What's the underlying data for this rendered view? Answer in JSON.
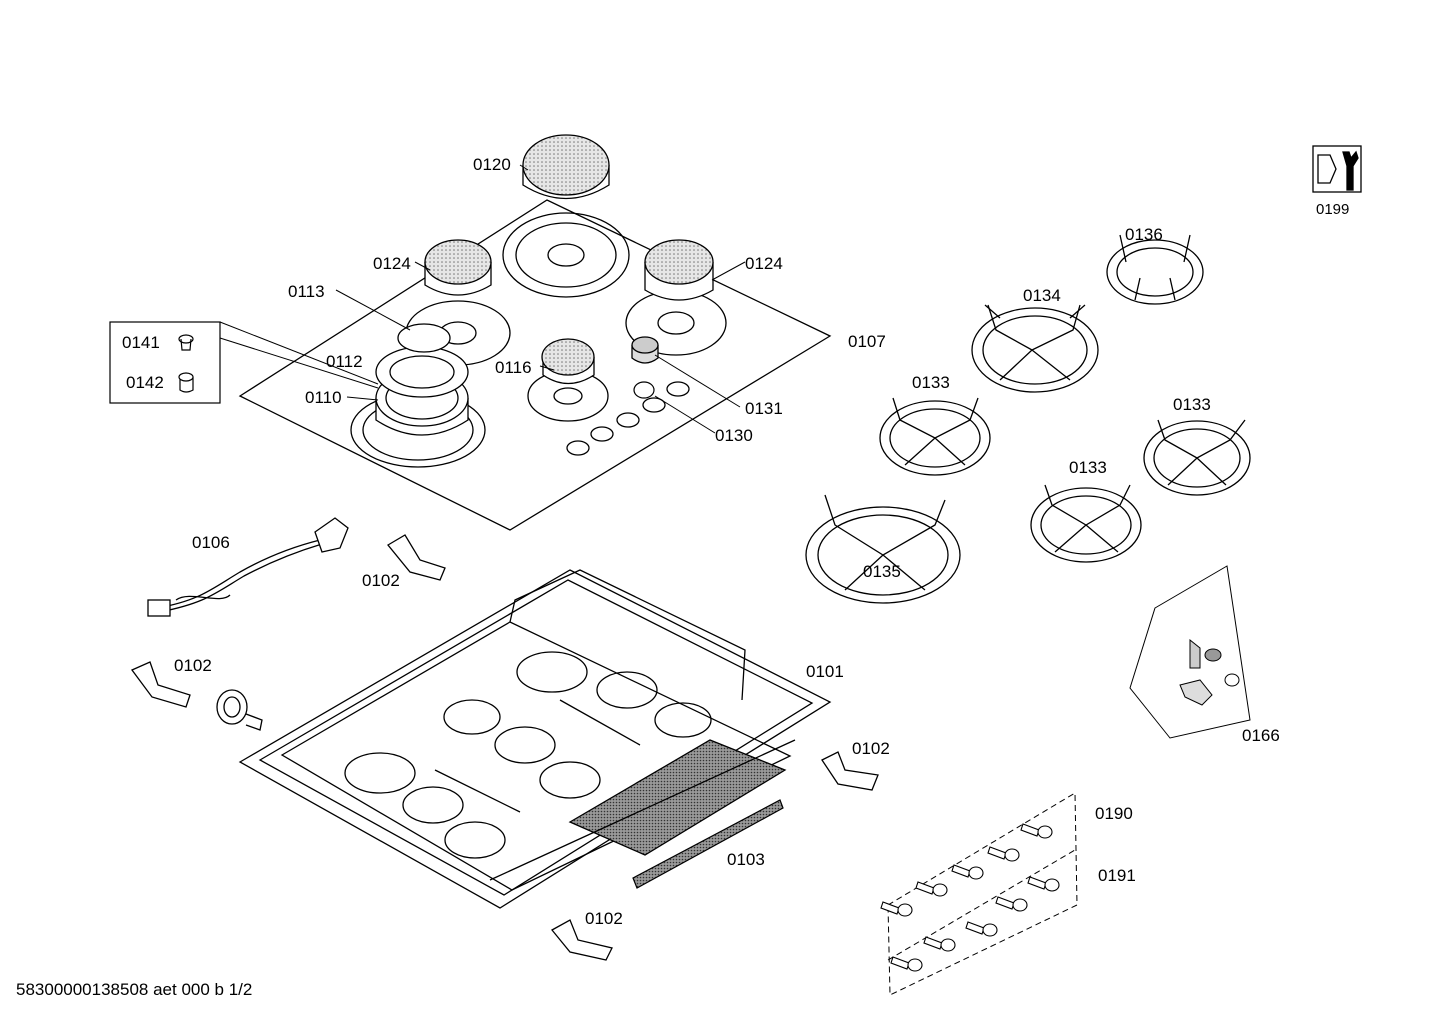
{
  "labels": {
    "p0120": "0120",
    "p0124a": "0124",
    "p0124b": "0124",
    "p0113": "0113",
    "p0141": "0141",
    "p0142": "0142",
    "p0112": "0112",
    "p0110": "0110",
    "p0116": "0116",
    "p0107": "0107",
    "p0131": "0131",
    "p0130": "0130",
    "p0136": "0136",
    "p0134": "0134",
    "p0133a": "0133",
    "p0133b": "0133",
    "p0133c": "0133",
    "p0135": "0135",
    "p0199": "0199",
    "p0106": "0106",
    "p0102a": "0102",
    "p0102b": "0102",
    "p0102c": "0102",
    "p0102d": "0102",
    "p0101": "0101",
    "p0103": "0103",
    "p0166": "0166",
    "p0190": "0190",
    "p0191": "0191"
  },
  "footer": "58300000138508 aet 000 b 1/2",
  "icons": {
    "service": "wrench-nut-icon"
  }
}
